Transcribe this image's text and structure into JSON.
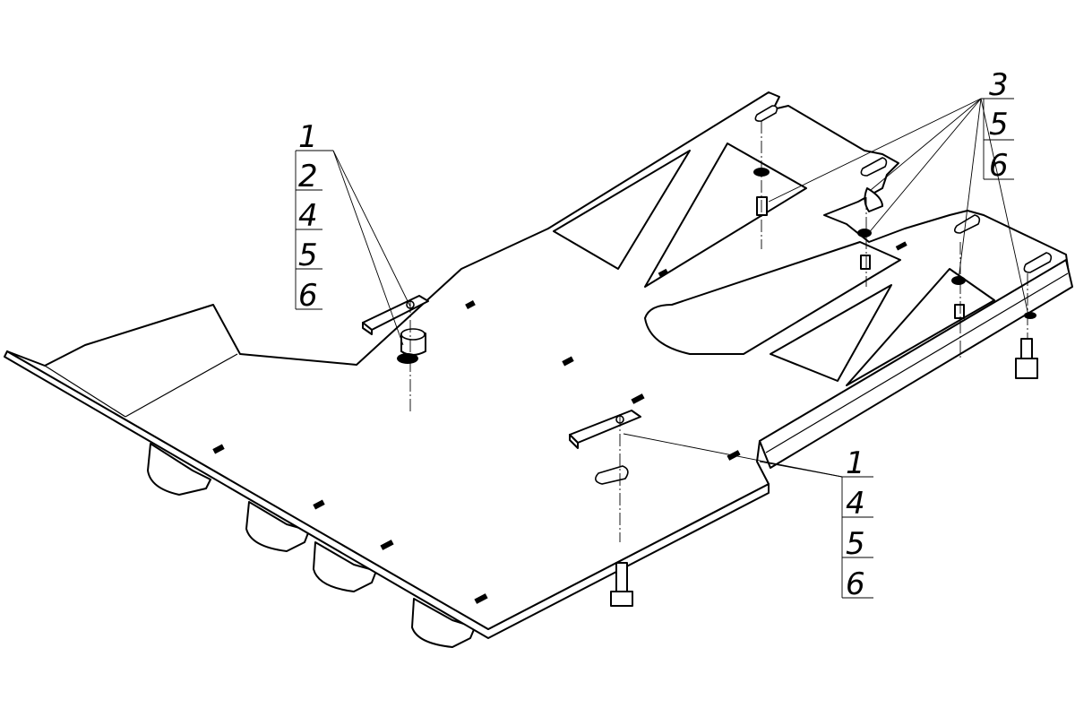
{
  "callouts": {
    "left_stack": [
      "1",
      "2",
      "4",
      "5",
      "6"
    ],
    "right_top_stack": [
      "3",
      "5",
      "6"
    ],
    "bottom_right_stack": [
      "1",
      "4",
      "5",
      "6"
    ]
  },
  "colors": {
    "line": "#000000",
    "paper": "#ffffff"
  }
}
